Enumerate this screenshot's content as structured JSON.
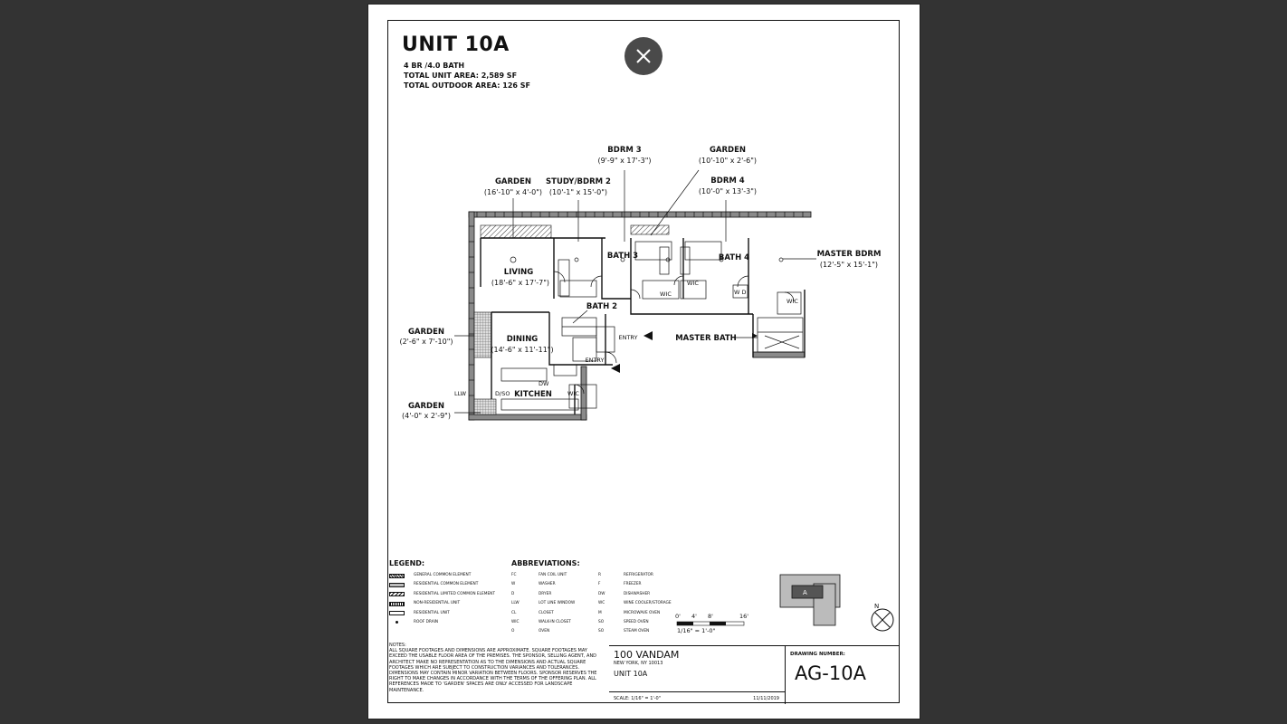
{
  "unit": {
    "title": "UNIT 10A",
    "bed_bath": "4 BR /4.0 BATH",
    "total_area": "TOTAL UNIT AREA: 2,589 SF",
    "outdoor_area": "TOTAL OUTDOOR AREA: 126 SF"
  },
  "rooms": {
    "bdrm3": {
      "label": "BDRM 3",
      "dim": "(9'-9\" x 17'-3\")"
    },
    "garden_top": {
      "label": "GARDEN",
      "dim": "(10'-10\" x 2'-6\")"
    },
    "bdrm4": {
      "label": "BDRM 4",
      "dim": "(10'-0\" x 13'-3\")"
    },
    "garden_left_top": {
      "label": "GARDEN",
      "dim": "(16'-10\" x 4'-0\")"
    },
    "study": {
      "label": "STUDY/BDRM 2",
      "dim": "(10'-1\" x 15'-0\")"
    },
    "master_bdrm": {
      "label": "MASTER BDRM",
      "dim": "(12'-5\" x 15'-1\")"
    },
    "living": {
      "label": "LIVING",
      "dim": "(18'-6\" x 17'-7\")"
    },
    "bath3": {
      "label": "BATH 3"
    },
    "bath4": {
      "label": "BATH 4"
    },
    "bath2": {
      "label": "BATH 2"
    },
    "garden_mid": {
      "label": "GARDEN",
      "dim": "(2'-6\" x 7'-10\")"
    },
    "dining": {
      "label": "DINING",
      "dim": "(14'-6\" x 11'-11\")"
    },
    "entry1": {
      "label": "ENTRY"
    },
    "entry2": {
      "label": "ENTRY"
    },
    "master_bath": {
      "label": "MASTER BATH"
    },
    "kitchen": {
      "label": "KITCHEN"
    },
    "garden_bottom": {
      "label": "GARDEN",
      "dim": "(4'-0\" x 2'-9\")"
    },
    "wic": "WIC",
    "llw": "LLW",
    "dw": "DW",
    "wd": "W D",
    "dso": "D/SO"
  },
  "legend": {
    "title": "LEGEND:",
    "items": [
      "GENERAL COMMON ELEMENT",
      "RESIDENTIAL COMMON ELEMENT",
      "RESIDENTIAL LIMITED COMMON ELEMENT",
      "NON-RESIDENTIAL UNIT",
      "RESIDENTIAL UNIT",
      "ROOF DRAIN"
    ]
  },
  "abbreviations": {
    "title": "ABBREVIATIONS:",
    "items": [
      [
        "FC",
        "FAN COIL UNIT",
        "R",
        "REFRIGERATOR"
      ],
      [
        "W",
        "WASHER",
        "F",
        "FREEZER"
      ],
      [
        "D",
        "DRYER",
        "DW",
        "DISHWASHER"
      ],
      [
        "LLW",
        "LOT LINE WINDOW",
        "WC",
        "WINE COOLER/STORAGE"
      ],
      [
        "CL",
        "CLOSET",
        "M",
        "MICROWAVE OVEN"
      ],
      [
        "WIC",
        "WALK-IN CLOSET",
        "SO",
        "SPEED OVEN"
      ],
      [
        "O",
        "OVEN",
        "SO",
        "STEAM OVEN"
      ]
    ]
  },
  "scale_bar": {
    "ticks": [
      "0'",
      "4'",
      "8'",
      "16'"
    ],
    "note": "1/16\" = 1'-0\""
  },
  "notes": {
    "title": "NOTES:",
    "text": "ALL SQUARE FOOTAGES AND DIMENSIONS ARE APPROXIMATE. SQUARE FOOTAGES MAY EXCEED THE USABLE FLOOR AREA OF THE PREMISES. THE SPONSOR, SELLING AGENT, AND ARCHITECT MAKE NO REPRESENTATION AS TO THE DIMENSIONS AND ACTUAL SQUARE FOOTAGES WHICH ARE SUBJECT TO CONSTRUCTION VARIANCES AND TOLERANCES. DIMENSIONS MAY CONTAIN MINOR VARIATION BETWEEN FLOORS. SPONSOR RESERVES THE RIGHT TO MAKE CHANGES IN ACCORDANCE WITH THE TERMS OF THE OFFERING PLAN. ALL REFERENCES MADE TO 'GARDEN' SPACES ARE ONLY ACCESSED FOR LANDSCAPE MAINTENANCE."
  },
  "title_block": {
    "building": "100 VANDAM",
    "city": "NEW YORK, NY 10013",
    "unit": "UNIT 10A",
    "scale": "SCALE:    1/16\" = 1'-0\"",
    "date": "11/11/2019",
    "drawing_label": "DRAWING NUMBER:",
    "drawing_number": "AG-10A"
  },
  "keyplan": {
    "unit_marker": "A",
    "north": "N"
  },
  "colors": {
    "background": "#333333",
    "paper": "#ffffff",
    "ink": "#111111",
    "close_button": "#4a4a4a"
  }
}
